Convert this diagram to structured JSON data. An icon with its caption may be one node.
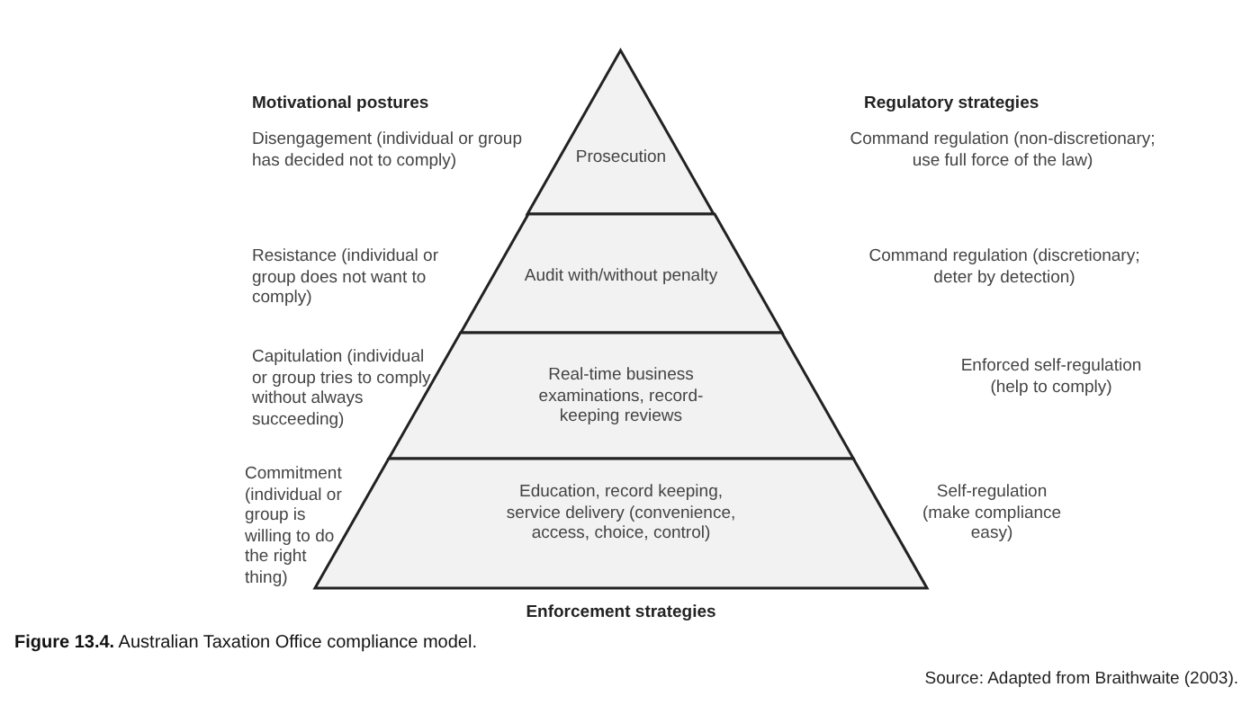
{
  "diagram": {
    "caption": "**Figure 13.4.** Australian Taxation Office compliance model.",
    "nodes": [
      {
        "text": [
          "Prosecution"
        ]
      },
      {
        "text": [
          "Audit with/without penalty"
        ]
      },
      {
        "text": [
          "Real-time business examinations, record-keeping reviews"
        ]
      },
      {
        "text": [
          "Education, record keeping, service delivery (convenience, access, choice, control)"
        ]
      }
    ],
    "labels": [
      "Motivational postures",
      "Regulatory strategies",
      "Disengagement (individual or group has decided not to comply)",
      "Command regulation (non-discretionary; use full force of the law)",
      "Resistance (individual or group does not want to comply)",
      "Command regulation (discretionary; deter by detection)",
      "Capitulation (individual or group tries to comply without always succeeding)",
      "Enforced self-regulation (help to comply)",
      "Commitment (individual or group is willing to do the right thing)",
      "Self-regulation (make compliance easy)",
      "Enforcement strategies",
      "Source: Adapted from Braithwaite (2003)."
    ]
  }
}
